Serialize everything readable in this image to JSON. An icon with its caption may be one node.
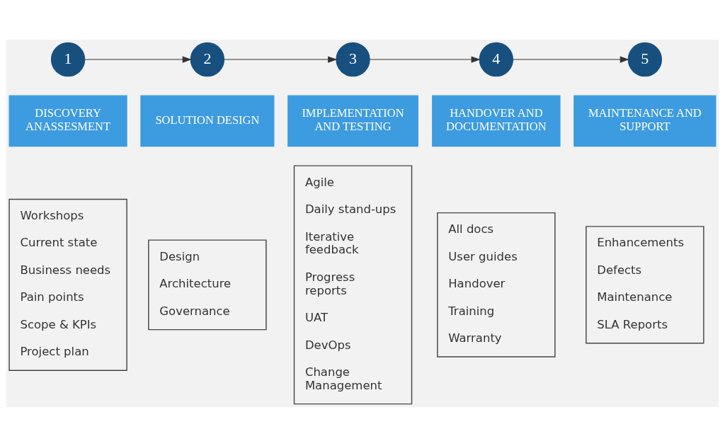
{
  "diagram": {
    "nodes": [
      {
        "text": [
          "1"
        ]
      },
      {
        "text": [
          "2"
        ]
      },
      {
        "text": [
          "3"
        ]
      },
      {
        "text": [
          "4"
        ]
      },
      {
        "text": [
          "5"
        ]
      },
      {
        "text": [
          "DISCOVERY ANASSESMENT"
        ]
      },
      {
        "text": [
          "SOLUTION DESIGN"
        ]
      },
      {
        "text": [
          "IMPLEMENTATION AND TESTING"
        ]
      },
      {
        "text": [
          "HANDOVER AND DOCUMENTATION"
        ]
      },
      {
        "text": [
          "MAINTENANCE AND SUPPORT"
        ]
      },
      {
        "text": [
          "Workshops",
          "Current state",
          "Business needs",
          "Pain points",
          "Scope & KPIs",
          "Project plan"
        ]
      },
      {
        "text": [
          "Design",
          "Architecture",
          "Governance"
        ]
      },
      {
        "text": [
          "Agile",
          "Daily stand-ups",
          "Iterative feedback",
          "Progress reports",
          "UAT",
          "DevOps",
          "Change Management"
        ]
      },
      {
        "text": [
          "All docs",
          "User guides",
          "Handover",
          "Training",
          "Warranty"
        ]
      },
      {
        "text": [
          "Enhancements",
          "Defects",
          "Maintenance",
          "SLA Reports"
        ]
      }
    ],
    "edges": [
      {
        "from": 0,
        "to": 1,
        "arrow": "to"
      },
      {
        "from": 1,
        "to": 2,
        "arrow": "to"
      },
      {
        "from": 2,
        "to": 3,
        "arrow": "to"
      },
      {
        "from": 3,
        "to": 4,
        "arrow": "to"
      }
    ]
  }
}
